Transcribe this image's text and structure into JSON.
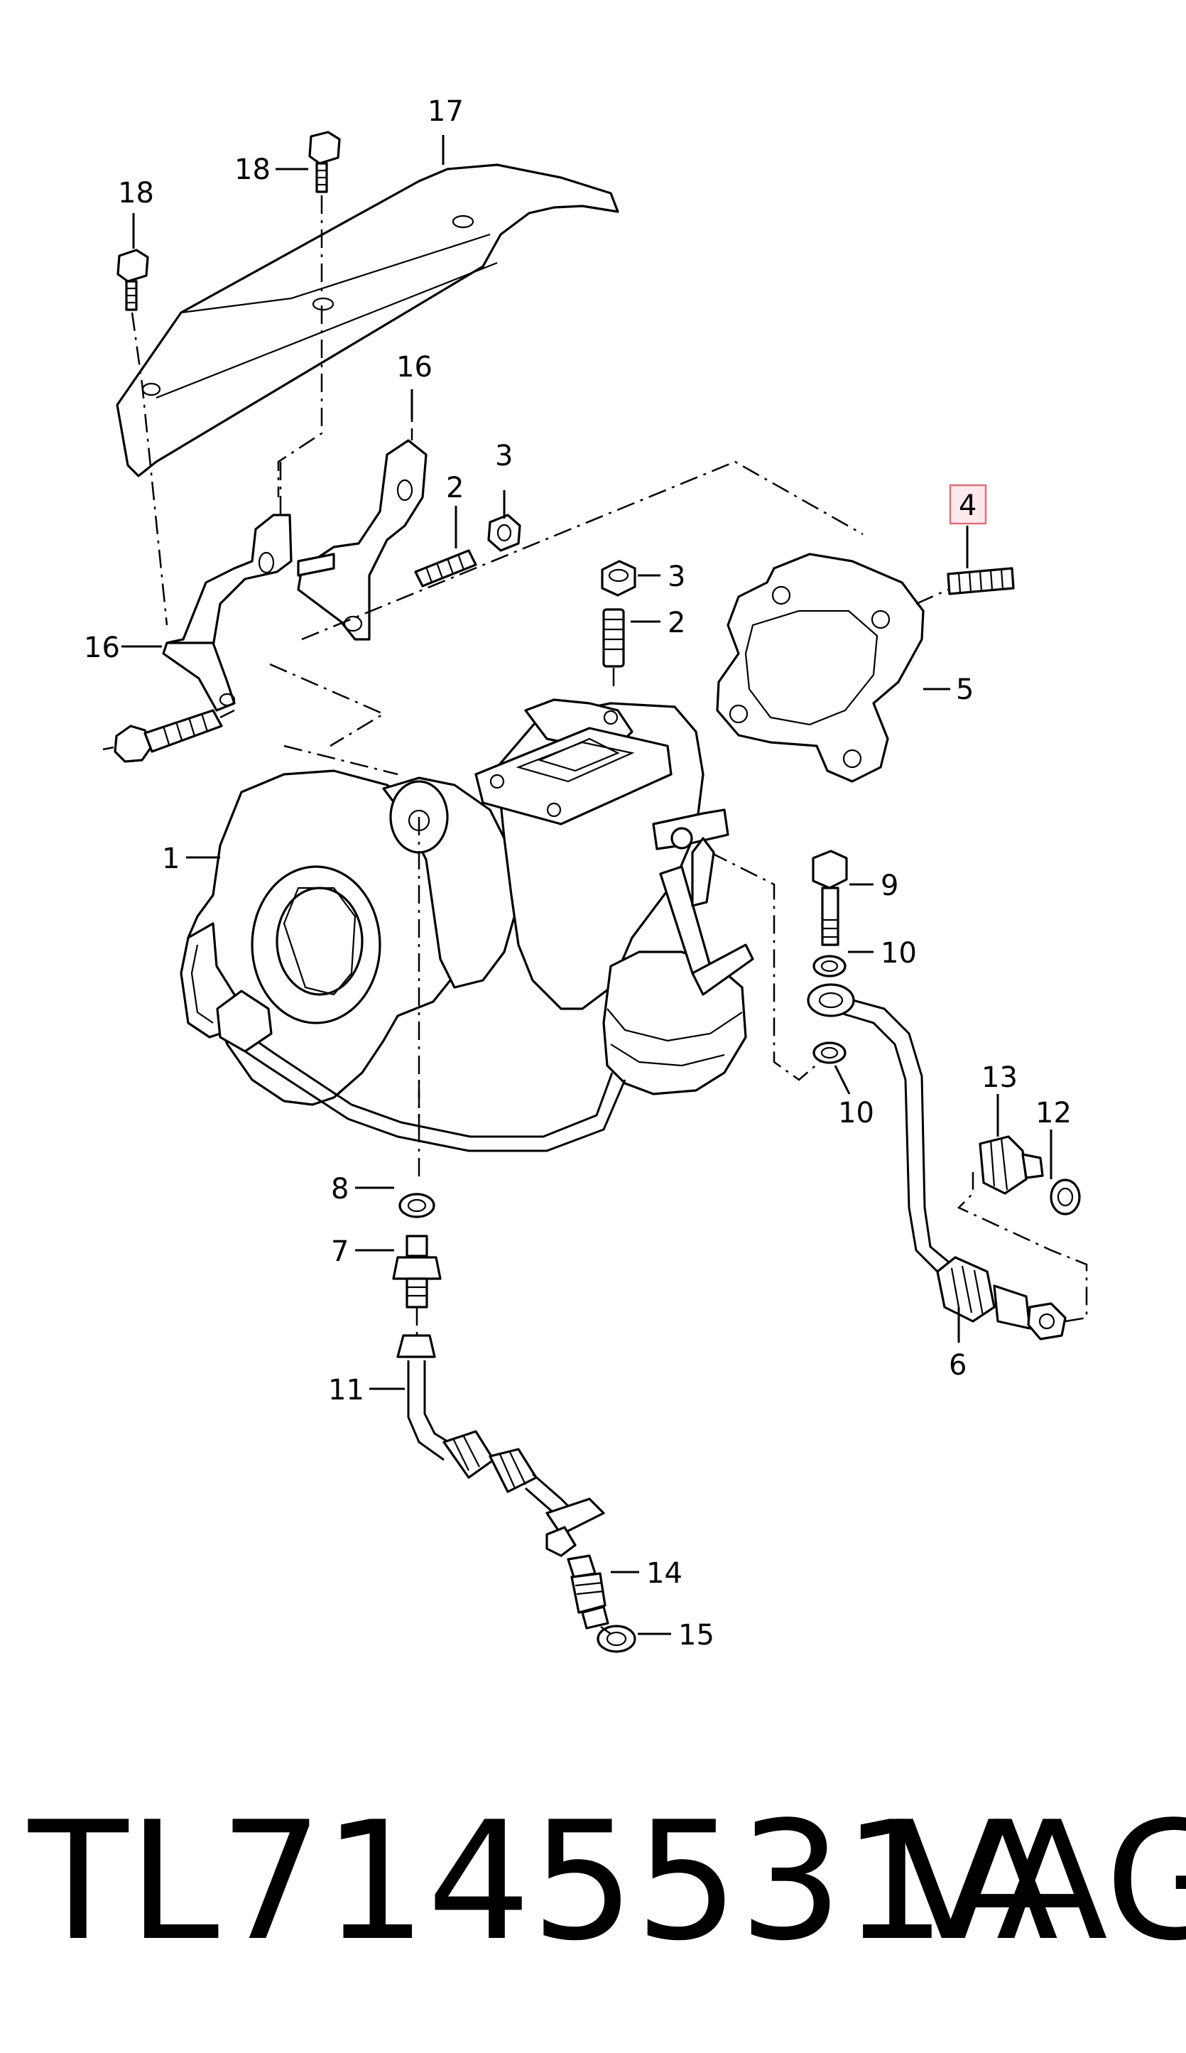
{
  "callouts": {
    "c1": "1",
    "c2a": "2",
    "c2b": "2",
    "c3a": "3",
    "c3b": "3",
    "c4": "4",
    "c5": "5",
    "c6": "6",
    "c7": "7",
    "c8": "8",
    "c9": "9",
    "c10a": "10",
    "c10b": "10",
    "c11": "11",
    "c12": "12",
    "c13": "13",
    "c14": "14",
    "c15": "15",
    "c16a": "16",
    "c16b": "16",
    "c17": "17",
    "c18a": "18",
    "c18b": "18"
  },
  "highlight": {
    "callout": "4",
    "border_color": "#e0707a",
    "fill_color": "#fde9ec"
  },
  "caption": {
    "part_number": "TL7145531A",
    "brand": "VAG"
  }
}
